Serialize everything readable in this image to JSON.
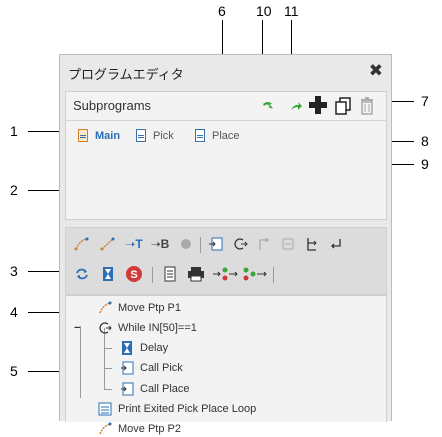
{
  "callouts": [
    "1",
    "2",
    "3",
    "4",
    "5",
    "6",
    "7",
    "8",
    "9",
    "10",
    "11"
  ],
  "window": {
    "title": "プログラムエディタ",
    "close_glyph": "✖"
  },
  "subprograms": {
    "header": "Subprograms",
    "items": [
      {
        "label": "Main",
        "active": true
      },
      {
        "label": "Pick",
        "active": false
      },
      {
        "label": "Place",
        "active": false
      }
    ],
    "actions": [
      "import-icon",
      "export-icon",
      "add-icon",
      "duplicate-icon",
      "delete-icon"
    ]
  },
  "toolbar_icons": [
    "move-ptp-icon",
    "move-line-icon",
    "goto-target-icon",
    "goto-b-icon",
    "record-icon",
    "call-subprogram-icon",
    "while-loop-icon",
    "if-icon",
    "else-icon",
    "branch-icon",
    "return-icon",
    "loop-icon",
    "wait-icon",
    "stop-icon",
    "print-icon",
    "print-device-icon",
    "set-output-icon",
    "digital-output-icon"
  ],
  "tree": [
    {
      "label": "Move Ptp P1",
      "icon": "move-ptp-icon"
    },
    {
      "label": "While IN[50]==1",
      "icon": "while-loop-icon",
      "collapse": "−"
    },
    {
      "label": "Delay",
      "icon": "wait-icon"
    },
    {
      "label": "Call Pick",
      "icon": "call-subprogram-icon"
    },
    {
      "label": "Call Place",
      "icon": "call-subprogram-icon"
    },
    {
      "label": "Print Exited Pick Place Loop",
      "icon": "print-icon"
    },
    {
      "label": "Move Ptp P2",
      "icon": "move-ptp-icon"
    }
  ]
}
